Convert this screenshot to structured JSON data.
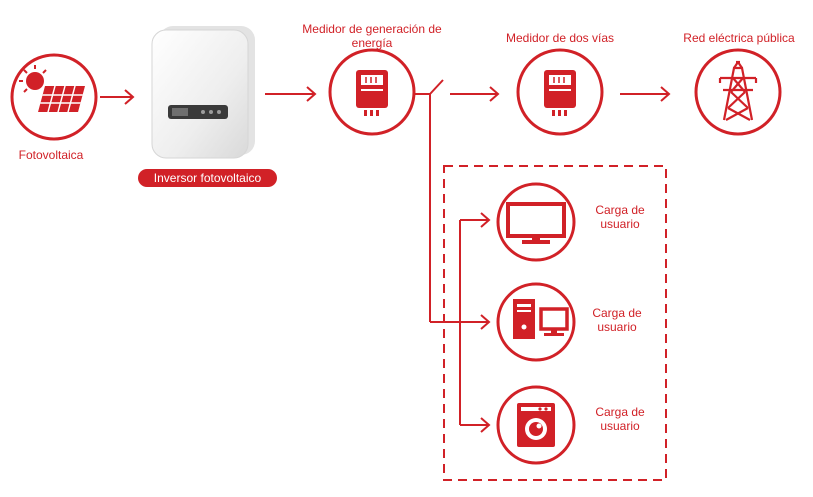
{
  "colors": {
    "accent": "#d12127",
    "background": "#ffffff",
    "device": "#f2f2f2"
  },
  "labels": {
    "pv": "Fotovoltaica",
    "inverter": "Inversor fotovoltaico",
    "generation_meter_line1": "Medidor de generación de",
    "generation_meter_line2": "energía",
    "bidirectional_meter": "Medidor de dos vías",
    "public_grid": "Red eléctrica pública",
    "loads": [
      {
        "line1": "Carga de",
        "line2": "usuario",
        "icon": "tv-monitor-icon"
      },
      {
        "line1": "Carga de",
        "line2": "usuario",
        "icon": "desktop-computer-icon"
      },
      {
        "line1": "Carga de",
        "line2": "usuario",
        "icon": "washing-machine-icon"
      }
    ]
  },
  "icons": {
    "pv": "solar-panel-sun-icon",
    "generation_meter": "electric-meter-icon",
    "bidirectional_meter": "electric-meter-icon",
    "public_grid": "transmission-tower-icon"
  }
}
